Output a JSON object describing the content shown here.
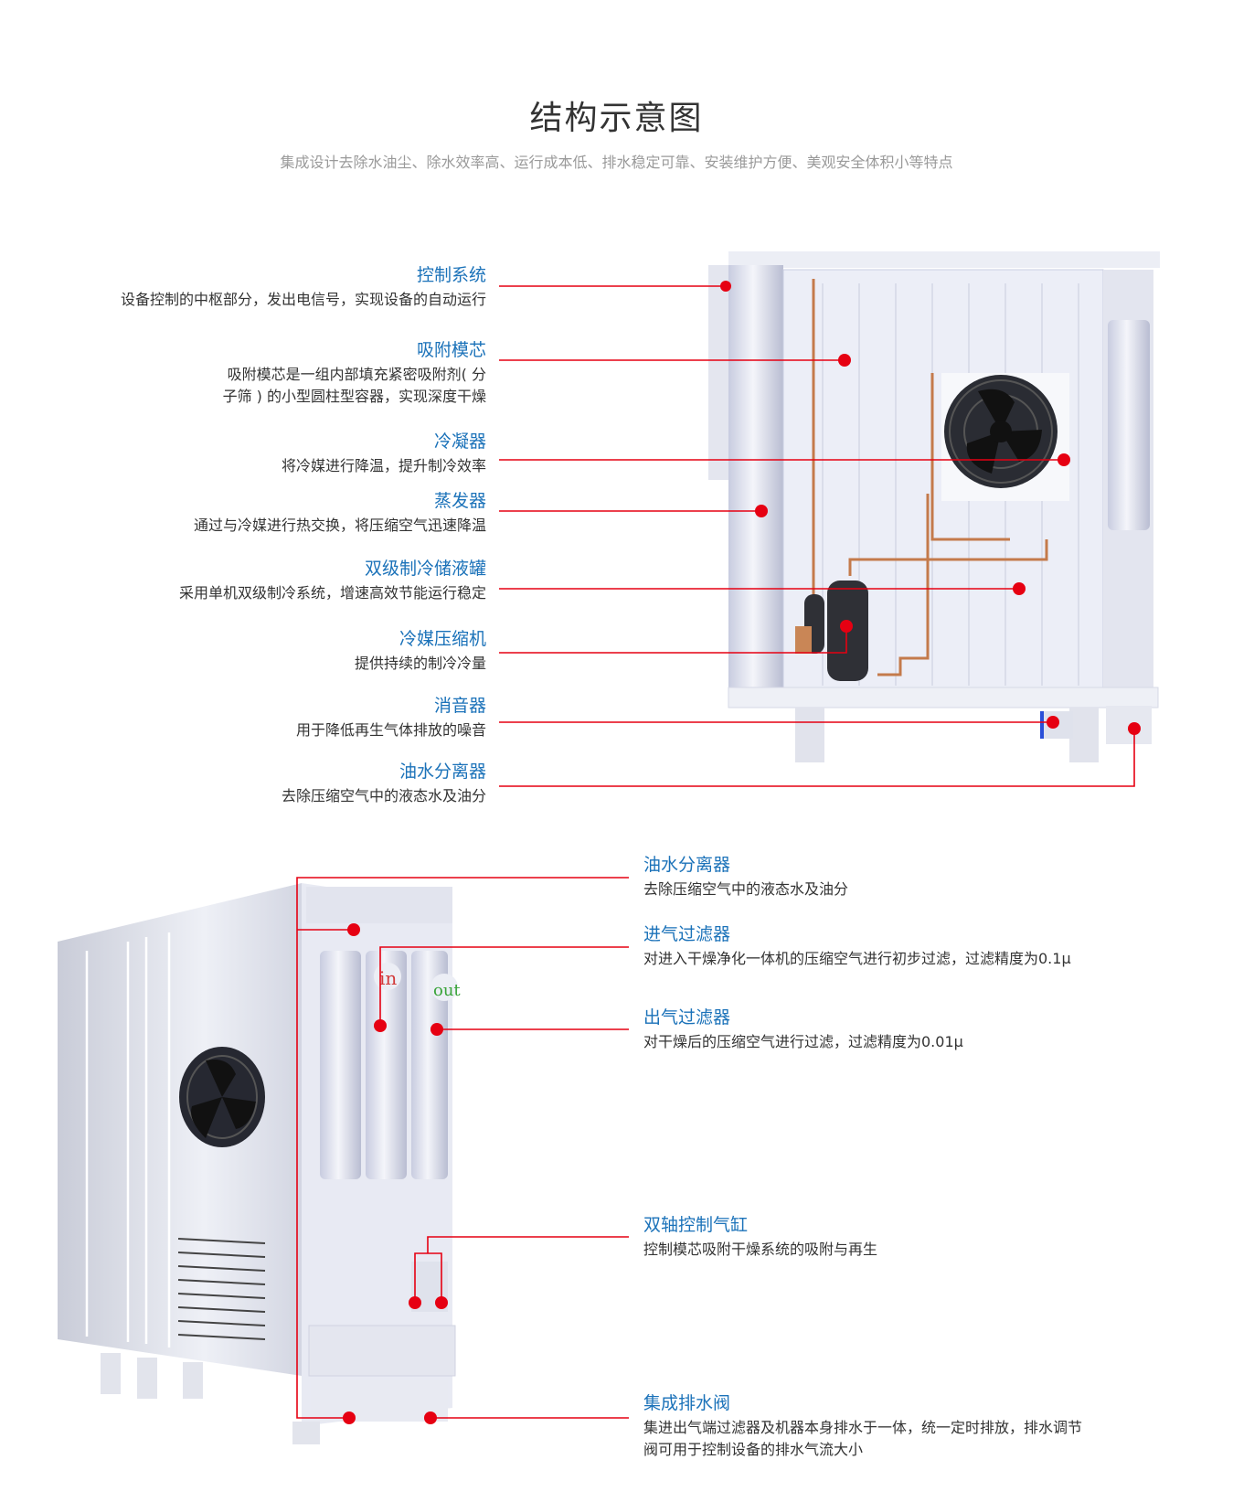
{
  "header": {
    "title": "结构示意图",
    "subtitle": "集成设计去除水油尘、除水效率高、运行成本低、排水稳定可靠、安装维护方便、美观安全体积小等特点"
  },
  "colors": {
    "accent_blue": "#1b72b9",
    "callout_red": "#e60012",
    "text": "#333333"
  },
  "top_diagram": {
    "callouts": [
      {
        "title": "控制系统",
        "desc": [
          "设备控制的中枢部分，发出电信号，实现设备的自动运行"
        ]
      },
      {
        "title": "吸附模芯",
        "desc": [
          "吸附模芯是一组内部填充紧密吸附剂( 分",
          "子筛 ) 的小型圆柱型容器，实现深度干燥"
        ]
      },
      {
        "title": "冷凝器",
        "desc": [
          "将冷媒进行降温，提升制冷效率"
        ]
      },
      {
        "title": "蒸发器",
        "desc": [
          "通过与冷媒进行热交换，将压缩空气迅速降温"
        ]
      },
      {
        "title": "双级制冷储液罐",
        "desc": [
          "采用单机双级制冷系统，增速高效节能运行稳定"
        ]
      },
      {
        "title": "冷媒压缩机",
        "desc": [
          "提供持续的制冷冷量"
        ]
      },
      {
        "title": "消音器",
        "desc": [
          "用于降低再生气体排放的噪音"
        ]
      },
      {
        "title": "油水分离器",
        "desc": [
          "去除压缩空气中的液态水及油分"
        ]
      }
    ]
  },
  "bottom_diagram": {
    "filter_labels": {
      "in": "in",
      "out": "out"
    },
    "callouts": [
      {
        "title": "油水分离器",
        "desc": [
          "去除压缩空气中的液态水及油分"
        ]
      },
      {
        "title": "进气过滤器",
        "desc": [
          "对进入干燥净化一体机的压缩空气进行初步过滤，过滤精度为0.1μ"
        ]
      },
      {
        "title": "出气过滤器",
        "desc": [
          "对干燥后的压缩空气进行过滤，过滤精度为0.01μ"
        ]
      },
      {
        "title": "双轴控制气缸",
        "desc": [
          "控制模芯吸附干燥系统的吸附与再生"
        ]
      },
      {
        "title": "集成排水阀",
        "desc": [
          "集进出气端过滤器及机器本身排水于一体，统一定时排放，排水调节",
          "阀可用于控制设备的排水气流大小"
        ]
      }
    ]
  }
}
